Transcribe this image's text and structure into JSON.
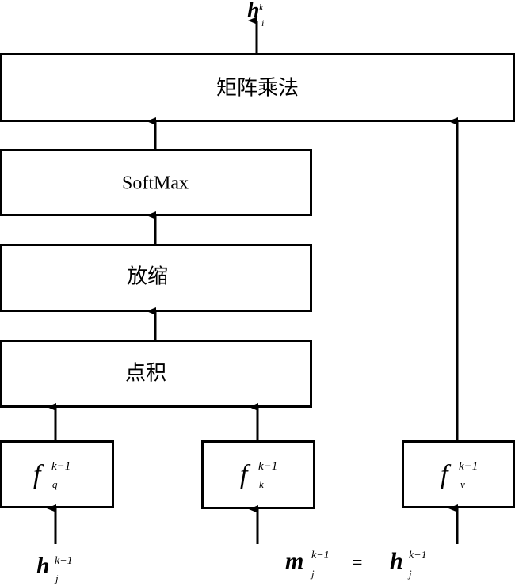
{
  "blocks": {
    "matmul": "矩阵乘法",
    "softmax": "SoftMax",
    "scale": "放缩",
    "dot": "点积"
  },
  "functions": {
    "base": "f",
    "sup": "k−1",
    "q_sub": "q",
    "k_sub": "k",
    "v_sub": "v"
  },
  "output": {
    "base": "h",
    "sup": "k",
    "sub": "i"
  },
  "inputs": {
    "left": {
      "base": "h",
      "sup": "k−1",
      "sub": "j"
    },
    "right_m": {
      "base": "m",
      "sup": "k−1",
      "sub": "j"
    },
    "equals": "=",
    "right_h": {
      "base": "h",
      "sup": "k−1",
      "sub": "j"
    }
  }
}
